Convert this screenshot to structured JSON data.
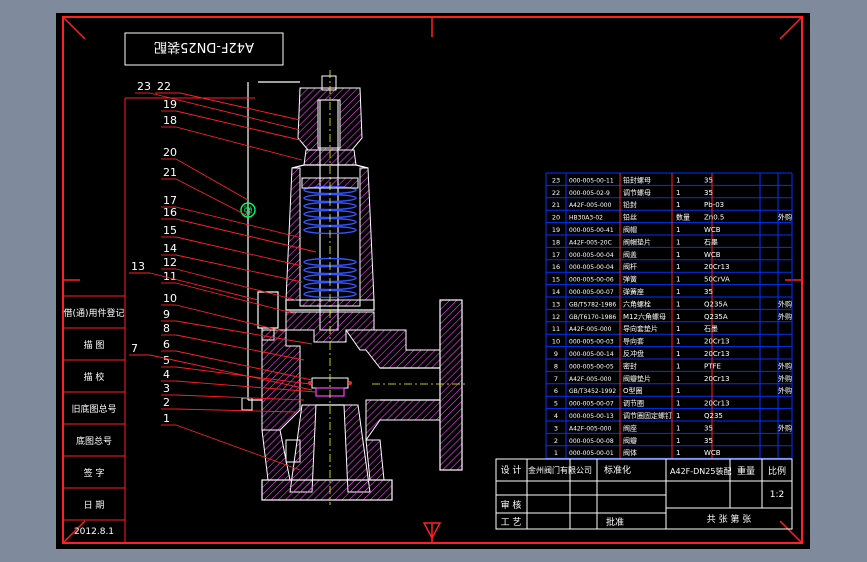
{
  "colors": {
    "background": "#000000",
    "outer": "#7f8a9c",
    "frame": "#ff2020",
    "text": "#ffffff",
    "grid": "#0033ff",
    "outline": "#ffffff",
    "hatch": "#ff40ff",
    "leader": "#ff2020",
    "centerline": "#ffff00",
    "spring": "#3355ff"
  },
  "drawing": {
    "title": "A42F-DN25装配",
    "callouts_left": [
      "23",
      "19",
      "18",
      "20",
      "21",
      "17",
      "16",
      "15",
      "14",
      "12",
      "11",
      "10",
      "9",
      "8",
      "6",
      "5",
      "4",
      "3",
      "2",
      "1"
    ],
    "callout_22": "22",
    "callout_13": "13",
    "callout_7": "7",
    "spring_label": "弹",
    "date": "2012.8.1"
  },
  "side_block": {
    "rows": [
      "借(通)用件登记",
      "描 图",
      "描 校",
      "旧底图总号",
      "底图总号",
      "签 字",
      "日 期"
    ]
  },
  "bom": {
    "rows": [
      {
        "no": "23",
        "code": "000-005-00-11",
        "name": "铅封螺母",
        "qty": "1",
        "mat": "35",
        "note": ""
      },
      {
        "no": "22",
        "code": "000-005-02-9",
        "name": "调节螺母",
        "qty": "1",
        "mat": "35",
        "note": ""
      },
      {
        "no": "21",
        "code": "A42F-005-000",
        "name": "铅封",
        "qty": "1",
        "mat": "Pb-03",
        "note": ""
      },
      {
        "no": "20",
        "code": "HB30A3-02",
        "name": "铅丝",
        "qty": "数量",
        "mat": "Zn0.5",
        "note": "外购"
      },
      {
        "no": "19",
        "code": "000-005-00-41",
        "name": "阀帽",
        "qty": "1",
        "mat": "WCB",
        "note": ""
      },
      {
        "no": "18",
        "code": "A42F-005-20C",
        "name": "阀帽垫片",
        "qty": "1",
        "mat": "石墨",
        "note": ""
      },
      {
        "no": "17",
        "code": "000-005-00-04",
        "name": "阀盖",
        "qty": "1",
        "mat": "WCB",
        "note": ""
      },
      {
        "no": "16",
        "code": "000-005-00-04",
        "name": "阀杆",
        "qty": "1",
        "mat": "20Cr13",
        "note": ""
      },
      {
        "no": "15",
        "code": "000-005-00-06",
        "name": "弹簧",
        "qty": "1",
        "mat": "50CrVA",
        "note": ""
      },
      {
        "no": "14",
        "code": "000-005-00-07",
        "name": "弹簧座",
        "qty": "1",
        "mat": "35",
        "note": ""
      },
      {
        "no": "13",
        "code": "GB/T5782-1986",
        "name": "六角螺栓",
        "qty": "1",
        "mat": "Q235A",
        "note": "外购"
      },
      {
        "no": "12",
        "code": "GB/T6170-1986",
        "name": "M12六角螺母",
        "qty": "1",
        "mat": "Q235A",
        "note": "外购"
      },
      {
        "no": "11",
        "code": "A42F-005-000",
        "name": "导向套垫片",
        "qty": "1",
        "mat": "石墨",
        "note": ""
      },
      {
        "no": "10",
        "code": "000-005-00-03",
        "name": "导向套",
        "qty": "1",
        "mat": "20Cr13",
        "note": ""
      },
      {
        "no": "9",
        "code": "000-005-00-14",
        "name": "反冲盘",
        "qty": "1",
        "mat": "20Cr13",
        "note": ""
      },
      {
        "no": "8",
        "code": "000-005-00-05",
        "name": "密封",
        "qty": "1",
        "mat": "PTFE",
        "note": "外购"
      },
      {
        "no": "7",
        "code": "A42F-005-000",
        "name": "阀瓣垫片",
        "qty": "1",
        "mat": "20Cr13",
        "note": "外购"
      },
      {
        "no": "6",
        "code": "GB/T3452-1992",
        "name": "O型圈",
        "qty": "1",
        "mat": "",
        "note": "外购"
      },
      {
        "no": "5",
        "code": "000-005-00-07",
        "name": "调节圈",
        "qty": "1",
        "mat": "20Cr13",
        "note": ""
      },
      {
        "no": "4",
        "code": "000-005-00-13",
        "name": "调节圈固定螺钉",
        "qty": "1",
        "mat": "Q235",
        "note": ""
      },
      {
        "no": "3",
        "code": "A42F-005-000",
        "name": "阀座",
        "qty": "1",
        "mat": "35",
        "note": "外购"
      },
      {
        "no": "2",
        "code": "000-005-00-08",
        "name": "阀瓣",
        "qty": "1",
        "mat": "35",
        "note": ""
      },
      {
        "no": "1",
        "code": "000-005-00-01",
        "name": "阀体",
        "qty": "1",
        "mat": "WCB",
        "note": ""
      }
    ]
  },
  "title_block": {
    "design_label": "设 计",
    "company": "金州阀门有限公司",
    "standard_label": "标准化",
    "review_label": "审 核",
    "process_label": "工 艺",
    "approve_label": "批准",
    "drawing_name": "A42F-DN25装配",
    "weight_label": "重量",
    "scale_label": "比例",
    "scale_value": "1:2",
    "sheet_text": "共 张 第 张"
  }
}
